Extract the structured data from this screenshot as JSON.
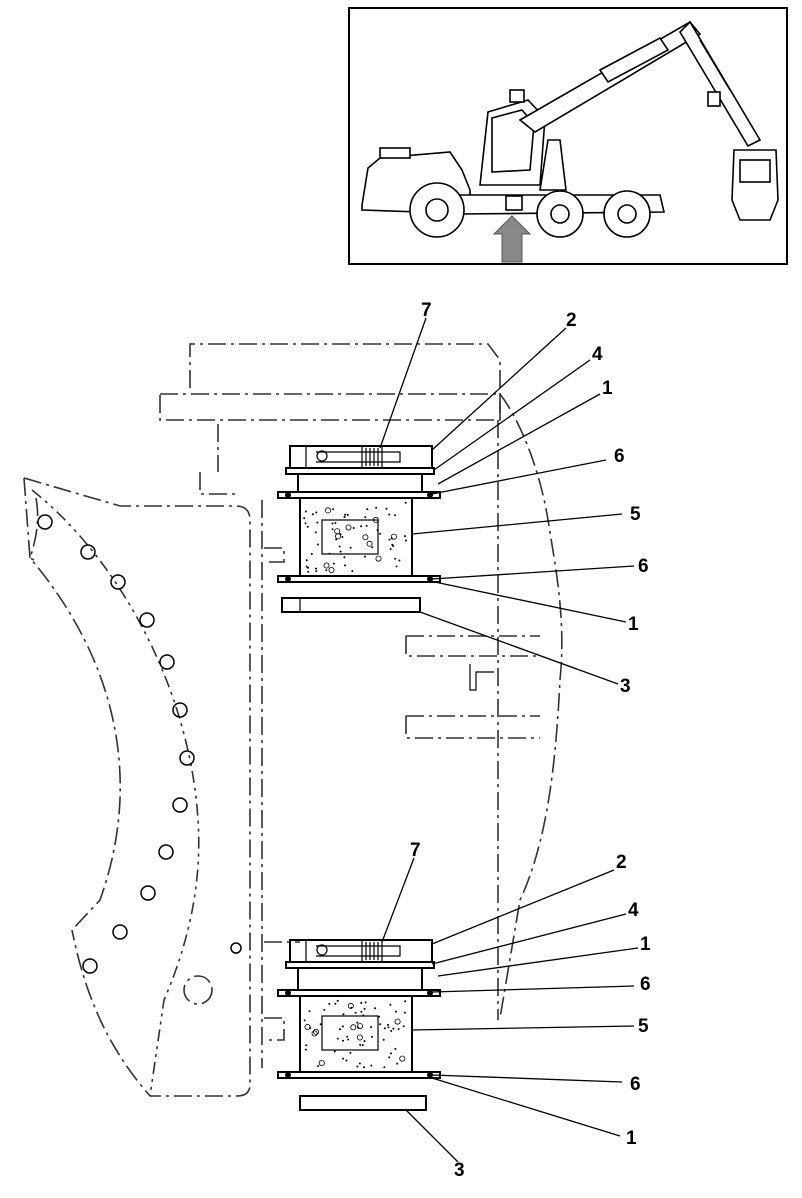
{
  "diagram": {
    "callouts_top": {
      "c7": "7",
      "c2": "2",
      "c4": "4",
      "c1a": "1",
      "c6a": "6",
      "c5": "5",
      "c6b": "6",
      "c1b": "1",
      "c3": "3"
    },
    "callouts_bottom": {
      "c7": "7",
      "c2": "2",
      "c4": "4",
      "c1a": "1",
      "c6a": "6",
      "c5": "5",
      "c6b": "6",
      "c1b": "1",
      "c3": "3"
    },
    "colors": {
      "ink": "#000000",
      "arrow": "#888888",
      "background": "#ffffff"
    }
  }
}
